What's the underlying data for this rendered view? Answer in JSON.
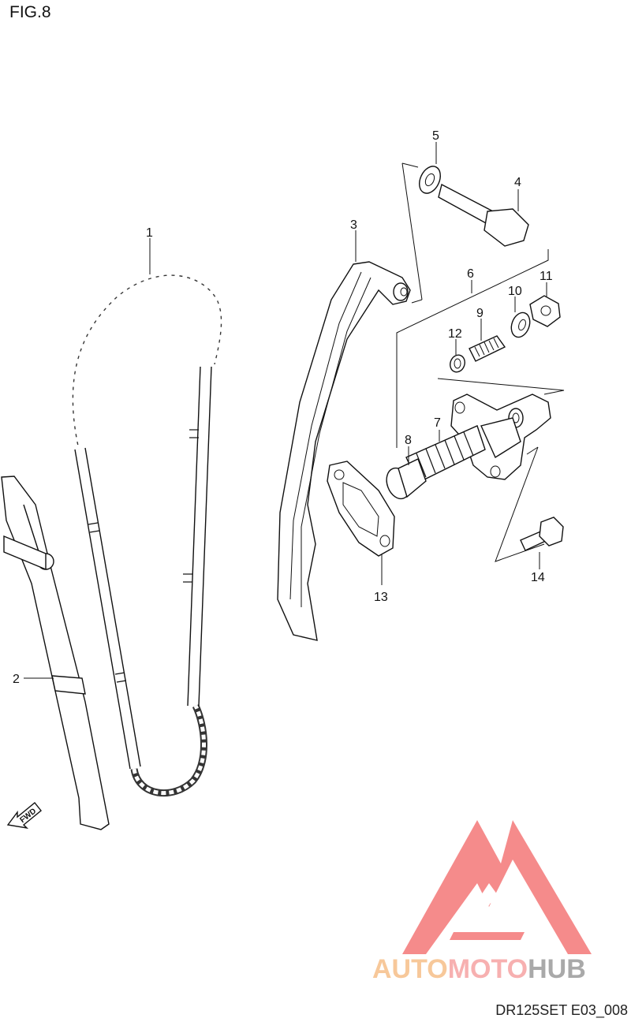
{
  "figure": {
    "title": "FIG.8",
    "code": "DR125SET E03_008"
  },
  "watermark": {
    "part1": "AUTO",
    "part2": "MOTO",
    "part3": "HUB",
    "colors": {
      "auto": "#f7c89a",
      "moto": "#f7b0b0",
      "hub": "#a9a9a9",
      "logo": "#f47f7f"
    }
  },
  "fwd_label": "FWD",
  "callouts": [
    "1",
    "2",
    "3",
    "4",
    "5",
    "6",
    "7",
    "8",
    "9",
    "10",
    "11",
    "12",
    "13",
    "14"
  ]
}
